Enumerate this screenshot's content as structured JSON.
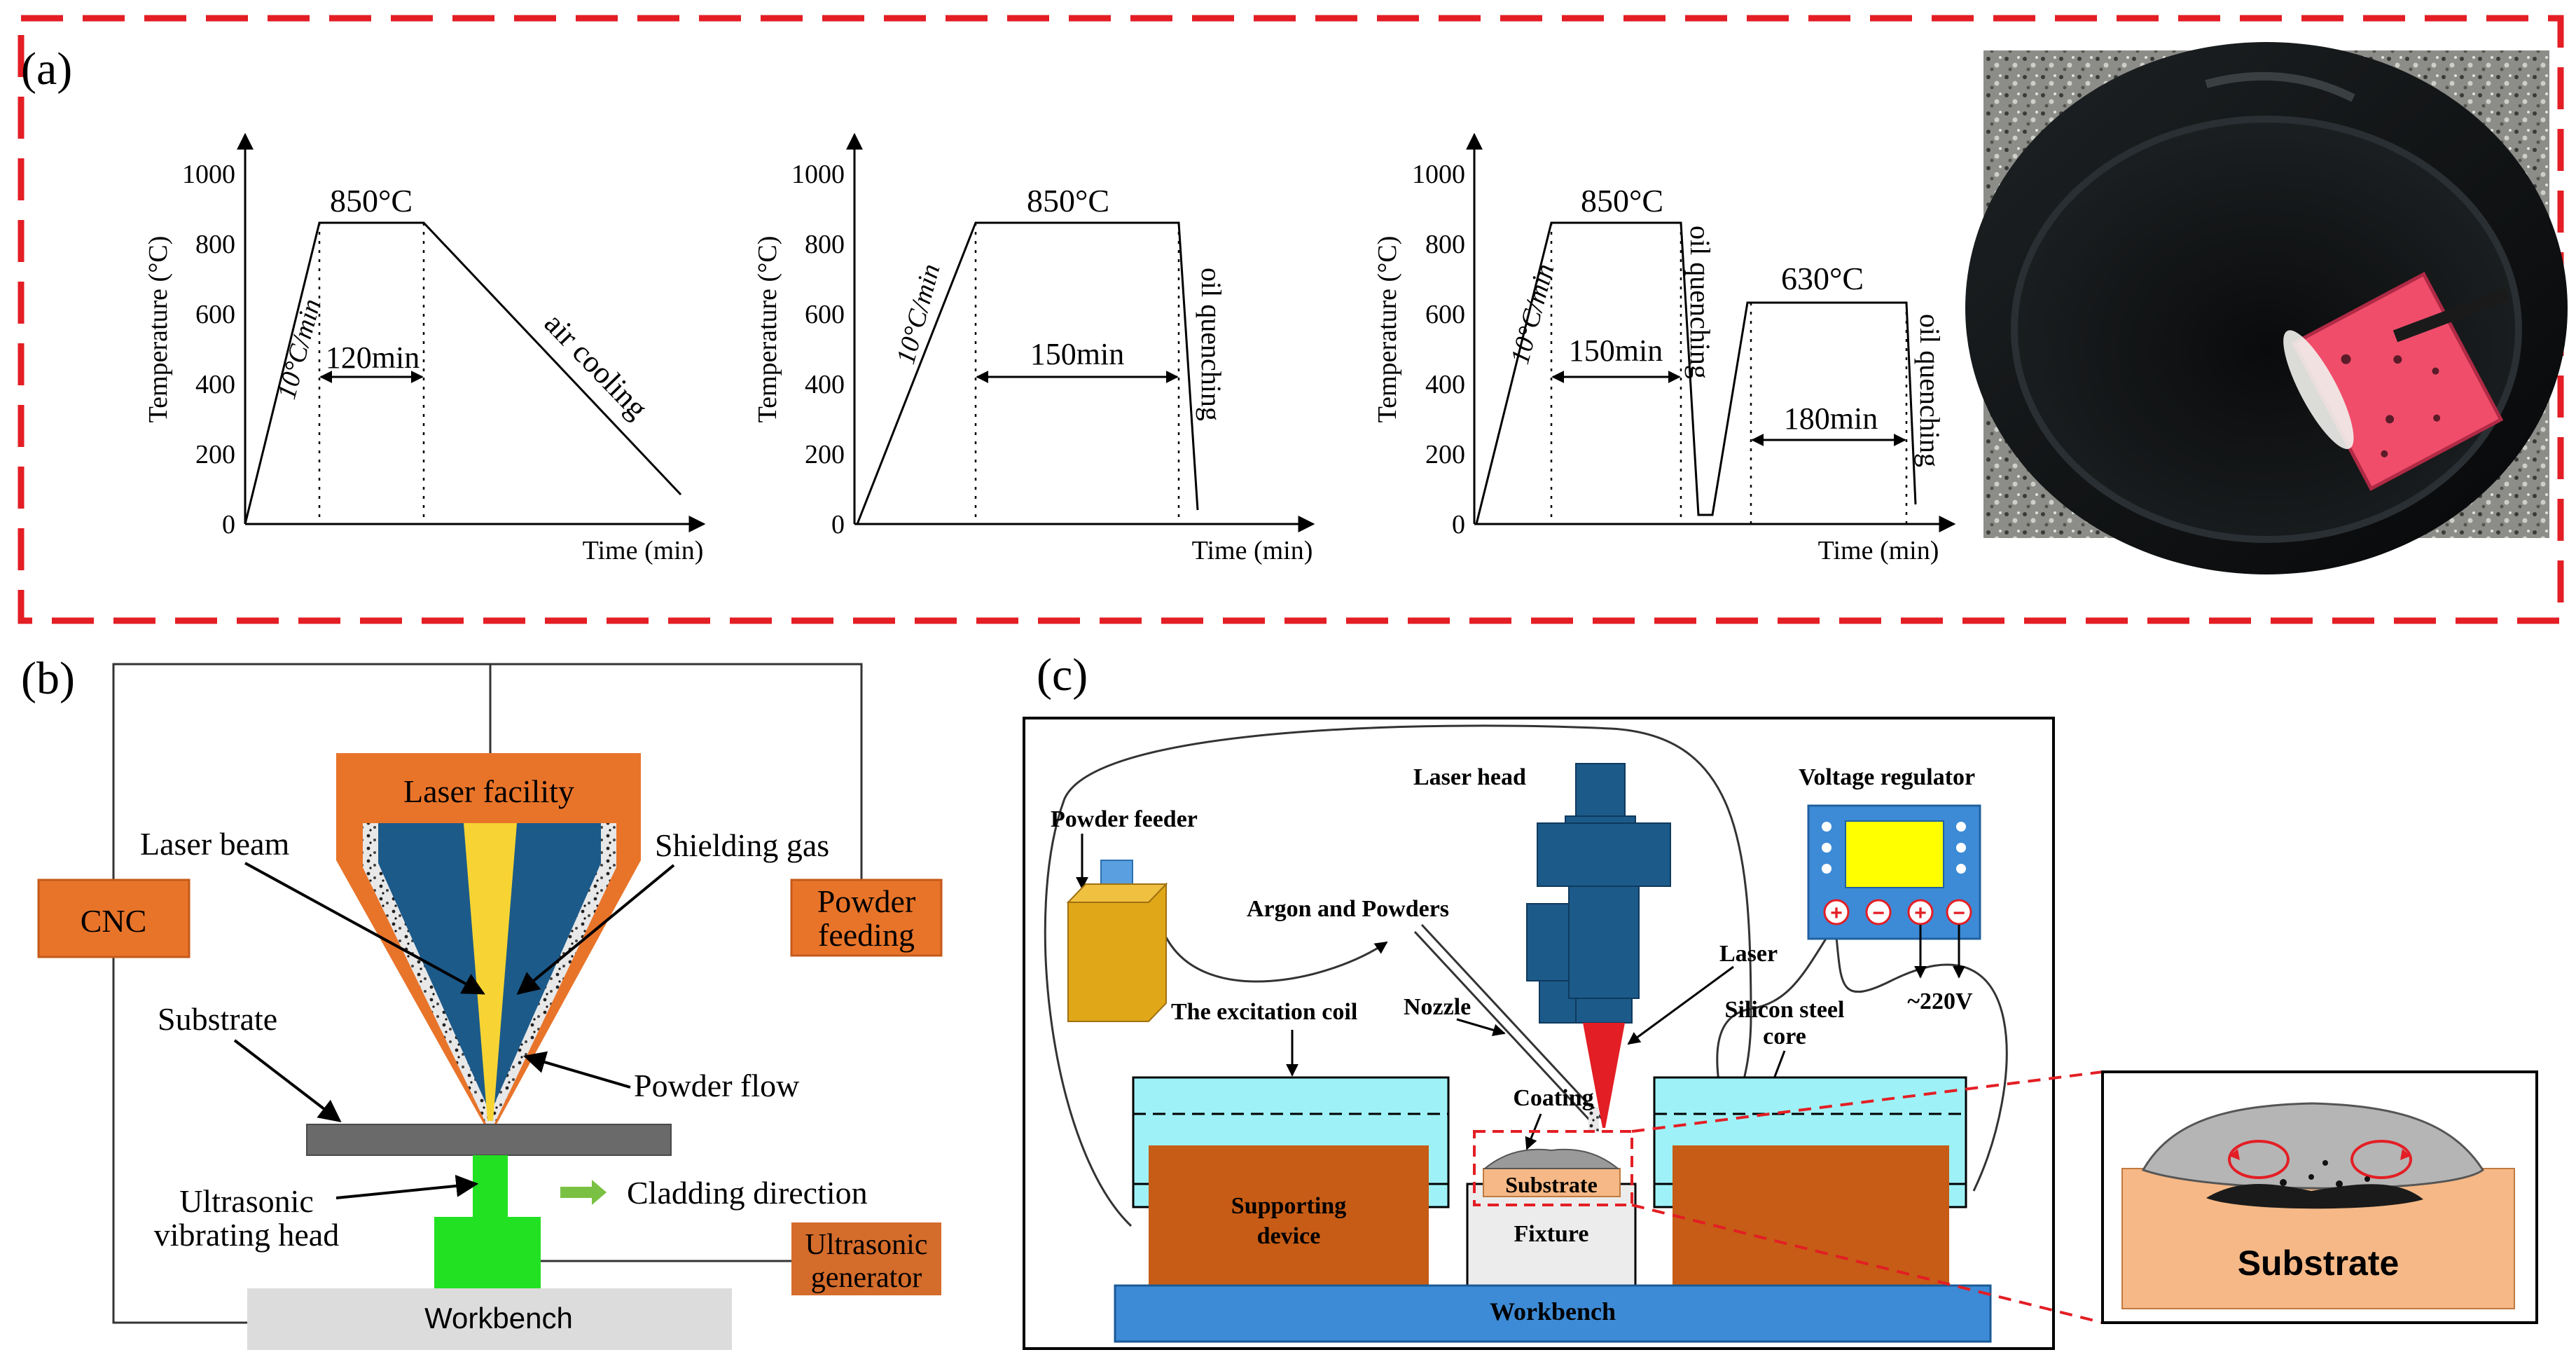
{
  "panel_labels": {
    "a": "(a)",
    "b": "(b)",
    "c": "(c)"
  },
  "heat_treatment": {
    "y_axis_label": "Temperature (°C)",
    "x_axis_label": "Time (min)",
    "y_ticks": [
      "0",
      "200",
      "400",
      "600",
      "800",
      "1000"
    ],
    "heating_rate": "10°C/min",
    "curves": [
      {
        "peak": "850°C",
        "hold": "120min",
        "cooling": "air cooling"
      },
      {
        "peak": "850°C",
        "hold": "150min",
        "cooling": "oil quenching"
      },
      {
        "peak": "850°C",
        "hold": "150min",
        "cooling": "oil quenching",
        "temper_peak": "630°C",
        "temper_hold": "180min",
        "temper_cooling": "oil quenching"
      }
    ]
  },
  "schematic_b": {
    "laser_facility": "Laser facility",
    "laser_beam": "Laser beam",
    "shielding_gas": "Shielding gas",
    "cnc": "CNC",
    "powder_feeding_1": "Powder",
    "powder_feeding_2": "feeding",
    "substrate": "Substrate",
    "powder_flow": "Powder flow",
    "ultrasonic_head_1": "Ultrasonic",
    "ultrasonic_head_2": "vibrating head",
    "cladding_direction": "Cladding direction",
    "ultrasonic_gen_1": "Ultrasonic",
    "ultrasonic_gen_2": "generator",
    "workbench": "Workbench"
  },
  "schematic_c": {
    "laser_head": "Laser head",
    "voltage_regulator": "Voltage regulator",
    "powder_feeder": "Powder feeder",
    "argon_powders": "Argon and Powders",
    "laser": "Laser",
    "excitation_coil": "The excitation coil",
    "nozzle": "Nozzle",
    "silicon_core_1": "Silicon steel",
    "silicon_core_2": "core",
    "voltage": "~220V",
    "plus": "+",
    "minus": "−",
    "coating": "Coating",
    "substrate": "Substrate",
    "supporting_1": "Supporting",
    "supporting_2": "device",
    "fixture": "Fixture",
    "workbench": "Workbench",
    "zoom_substrate": "Substrate"
  },
  "colors": {
    "dashed_frame": "#e31e24",
    "orange": "#e8742a",
    "brown_orange": "#d46c2c",
    "navy": "#1c5a8a",
    "yellow": "#f7d434",
    "green": "#22e022",
    "cyan": "#9ef2f7",
    "brown": "#c65c16",
    "blue_bench": "#3d8bd6",
    "substrate_peach": "#f5b886"
  }
}
